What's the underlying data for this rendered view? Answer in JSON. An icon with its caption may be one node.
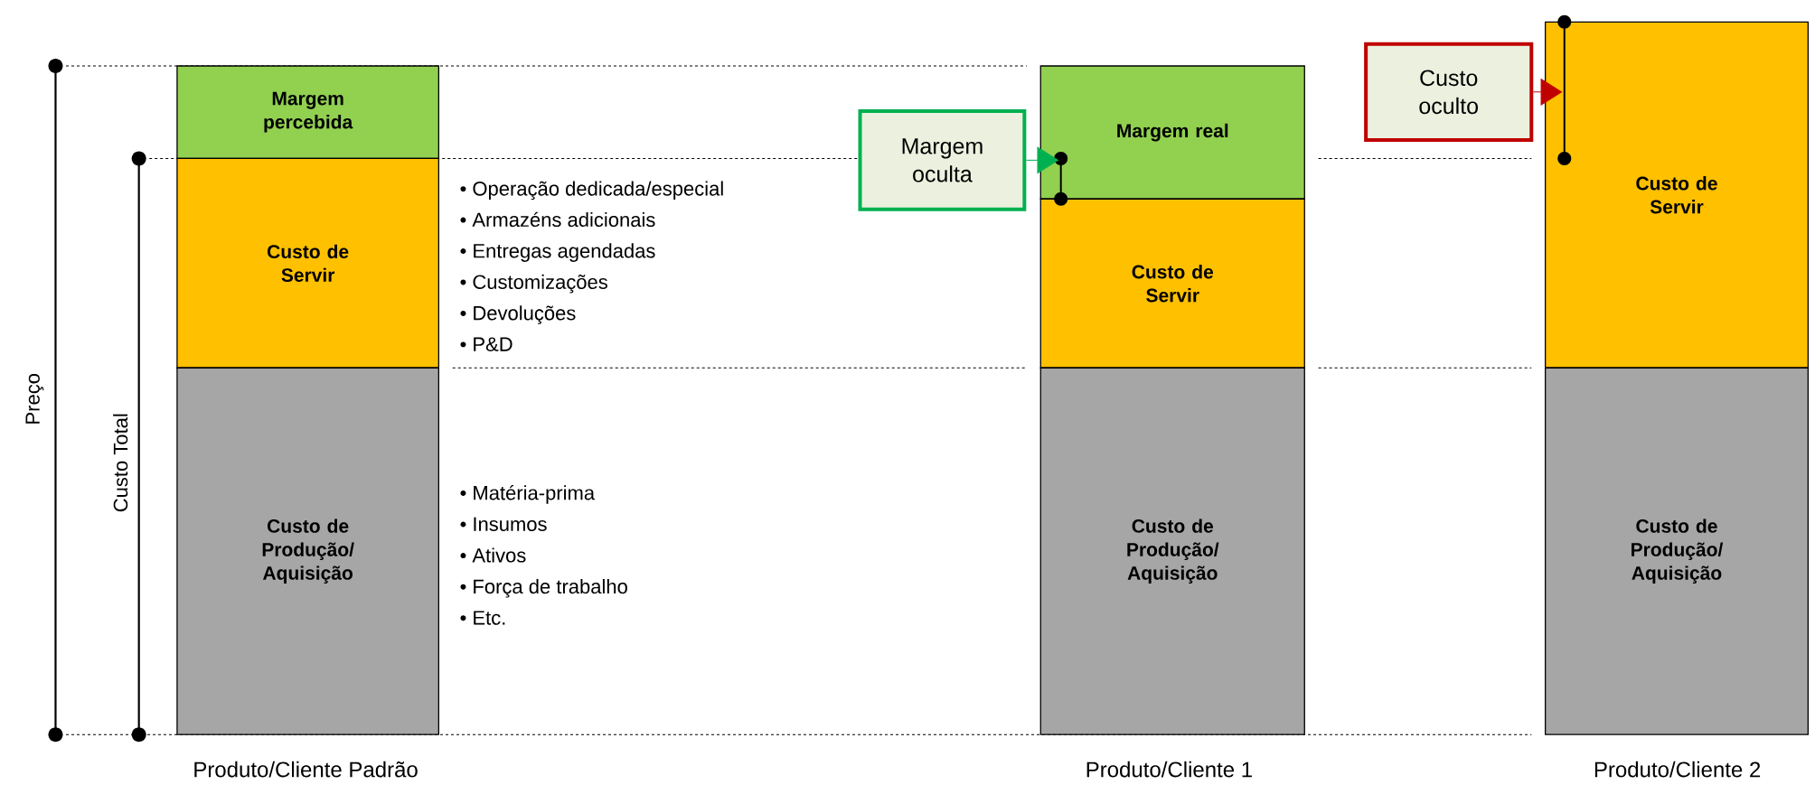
{
  "diagram": {
    "nodes": [
      {
        "text": [
          "Margem percebida"
        ]
      },
      {
        "text": [
          "Custo de Servir"
        ]
      },
      {
        "text": [
          "Custo de Produção/ Aquisição"
        ]
      },
      {
        "text": [
          "Margem oculta"
        ]
      },
      {
        "text": [],
        "shape": "bar",
        "in": 5
      },
      {
        "text": [
          "Margem real"
        ]
      },
      {
        "text": [
          "Custo de Servir"
        ]
      },
      {
        "text": [
          "Custo de Produção/ Aquisição"
        ]
      },
      {
        "text": [
          "Custo oculto"
        ]
      },
      {
        "text": [],
        "shape": "bar",
        "in": 10
      },
      {
        "text": [
          "Custo de Servir"
        ]
      },
      {
        "text": [
          "Custo de Produção/ Aquisição"
        ]
      }
    ],
    "edges": [
      {
        "from": 3,
        "to": 4,
        "arrow": "to",
        "color": "#00b050"
      },
      {
        "from": 8,
        "to": 9,
        "arrow": "to",
        "color": "#c00000"
      }
    ],
    "labels": [
      "Preço",
      "Custo Total",
      "• Operação dedicada/especial",
      "• Armazéns adicionais",
      "• Entregas agendadas",
      "• Customizações",
      "• Devoluções",
      "• P&D",
      "• Matéria-prima",
      "• Insumos",
      "• Ativos",
      "• Força de trabalho",
      "• Etc.",
      "Produto/Cliente Padrão",
      "Produto/Cliente 1",
      "Produto/Cliente 2"
    ]
  }
}
